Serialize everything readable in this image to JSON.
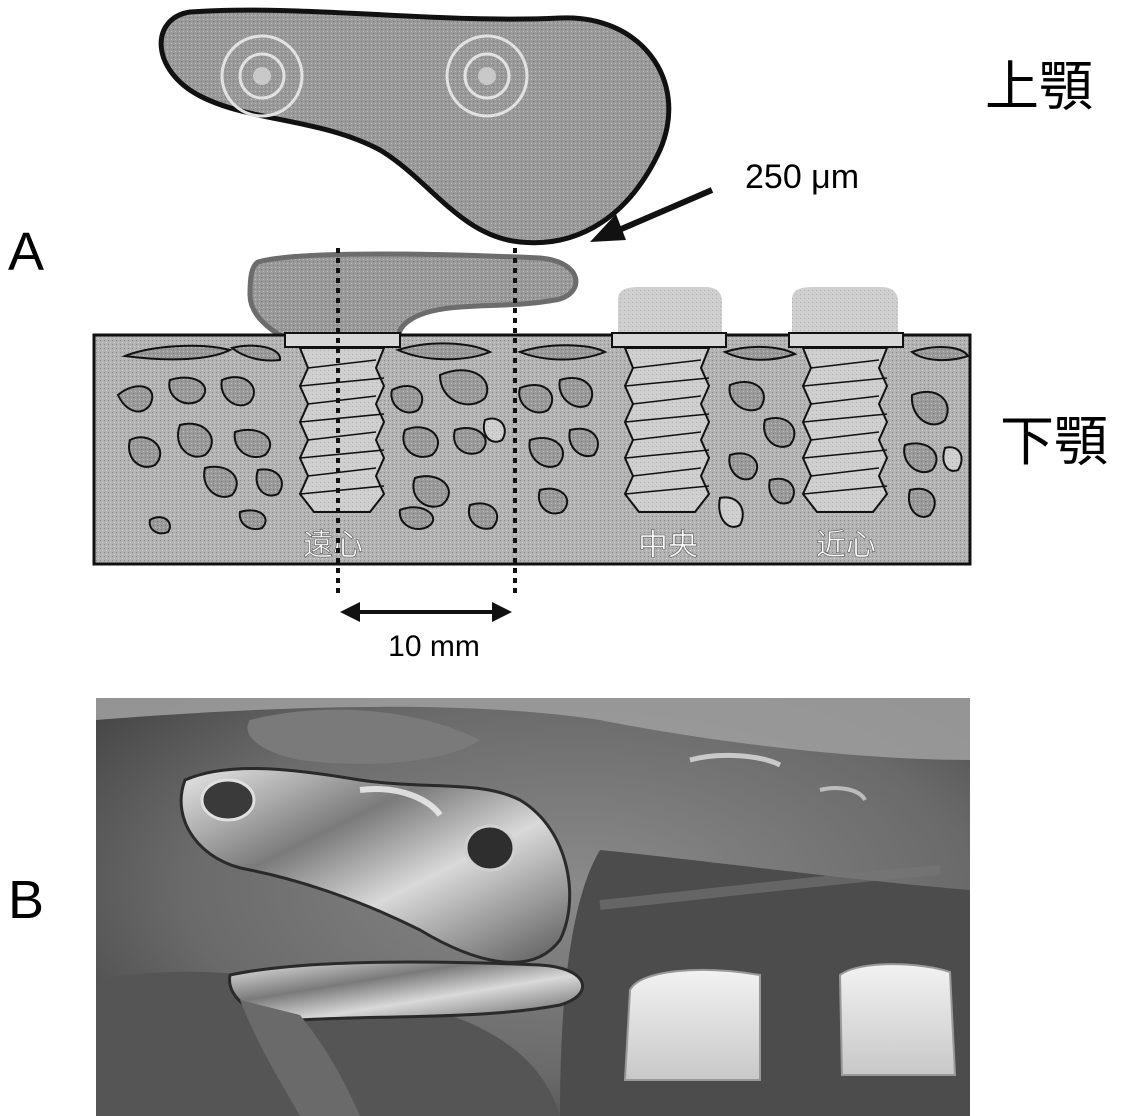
{
  "panels": {
    "a": "A",
    "b": "B"
  },
  "jaws": {
    "upper": "上顎",
    "lower": "下顎"
  },
  "measurements": {
    "gap": "250 μm",
    "spacing": "10 mm"
  },
  "implant_sites": [
    "遠心",
    "中央",
    "近心"
  ],
  "colors": {
    "denture_fill": "#a9a9a9",
    "bone_fill": "#b4b4b4",
    "bone_patch": "#8c8c8c",
    "implant_fill": "#c8c8c8",
    "outline": "#1a1a1a"
  }
}
